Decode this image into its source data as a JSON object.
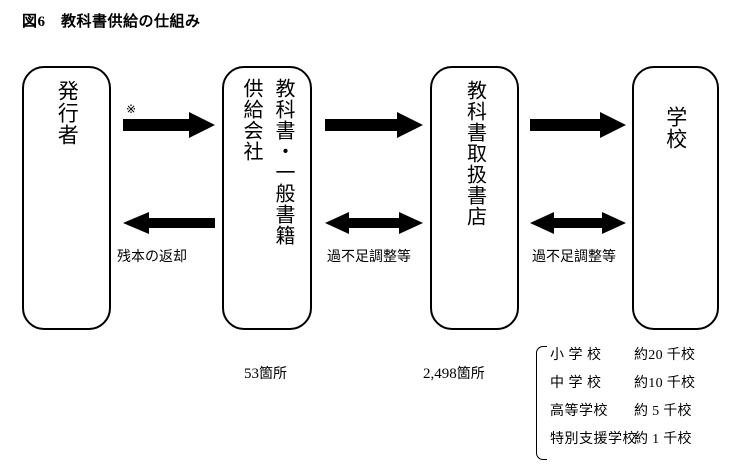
{
  "figure": {
    "title": "図6　教科書供給の仕組み"
  },
  "nodes": [
    {
      "id": "publisher",
      "label": "発行者",
      "columns": [
        "発行者"
      ]
    },
    {
      "id": "supplier",
      "label": "教科書・一般書籍供給会社",
      "columns": [
        "教科書・一般書籍",
        "供給会社"
      ]
    },
    {
      "id": "bookstore",
      "label": "教科書取扱書店",
      "columns": [
        "教科書取扱書店"
      ]
    },
    {
      "id": "school",
      "label": "学校",
      "columns": [
        "学校"
      ]
    }
  ],
  "arrows": {
    "publisher_to_supplier": {
      "direction": "right",
      "note": "※"
    },
    "supplier_to_publisher": {
      "direction": "left",
      "label": "残本の返却"
    },
    "supplier_to_bookstore": {
      "direction": "right"
    },
    "supplier_bookstore_adjust": {
      "direction": "both",
      "label": "過不足調整等"
    },
    "bookstore_to_school": {
      "direction": "right"
    },
    "bookstore_school_adjust": {
      "direction": "both",
      "label": "過不足調整等"
    }
  },
  "counts": {
    "supplier": {
      "number": "53",
      "unit": "箇所"
    },
    "bookstore": {
      "number": "2,498",
      "unit": "箇所"
    }
  },
  "school_breakdown": [
    {
      "name": "小 学 校",
      "value": "約20 千校"
    },
    {
      "name": "中 学 校",
      "value": "約10 千校"
    },
    {
      "name": "高等学校",
      "value": "約 5 千校"
    },
    {
      "name": "特別支援学校",
      "value": "約 1 千校"
    }
  ],
  "colors": {
    "ink": "#000000",
    "background": "#ffffff"
  }
}
